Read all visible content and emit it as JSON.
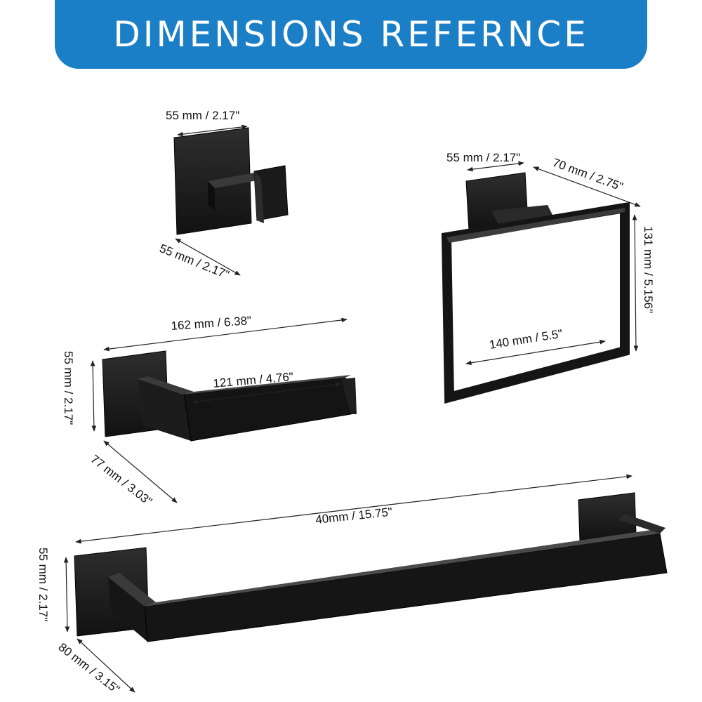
{
  "banner": {
    "title": "DIMENSIONS   REFERNCE"
  },
  "colors": {
    "banner": "#1a7fc6",
    "product": "#1b1b1b",
    "text": "#111111"
  },
  "products": {
    "robe_hook": {
      "width_label": "55 mm / 2.17\"",
      "depth_label": "55 mm / 2.17\""
    },
    "towel_ring": {
      "base_label": "55 mm / 2.17\"",
      "depth_label": "70 mm / 2.75\"",
      "height_label": "131 mm / 5.156\"",
      "width_label": "140 mm / 5.5\""
    },
    "paper_holder": {
      "length_label": "162 mm / 6.38\"",
      "bar_label": "121 mm / 4.76\"",
      "base_label": "55 mm / 2.17\"",
      "depth_label": "77 mm / 3.03\""
    },
    "towel_bar": {
      "length_label": "40mm / 15.75\"",
      "base_label": "55 mm / 2.17\"",
      "depth_label": "80 mm / 3.15\""
    }
  }
}
